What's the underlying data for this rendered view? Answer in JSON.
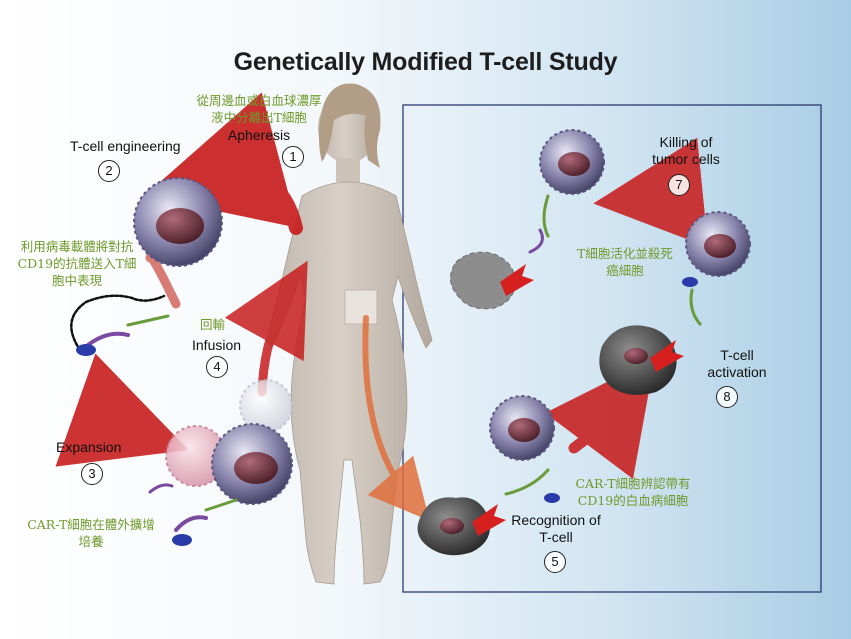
{
  "title": "Genetically Modified T-cell Study",
  "steps": [
    {
      "num": "1",
      "label": "Apheresis",
      "note": [
        "從周邊血或白血球濃厚",
        "液中分離出T細胞"
      ]
    },
    {
      "num": "2",
      "label": "T-cell engineering",
      "note": [
        "利用病毒載體將對抗",
        "CD19的抗體送入T細",
        "胞中表現"
      ]
    },
    {
      "num": "3",
      "label": "Expansion",
      "note": [
        "CAR-T細胞在體外擴增",
        "培養"
      ]
    },
    {
      "num": "4",
      "label": "Infusion",
      "note": [
        "回輸"
      ]
    },
    {
      "num": "5",
      "label": [
        "Recognition of",
        "T-cell"
      ],
      "note": [
        "CAR-T細胞辨認帶有",
        "CD19的白血病細胞"
      ]
    },
    {
      "num": "7",
      "label": [
        "Killing of",
        "tumor cells"
      ],
      "note": [
        "T細胞活化並殺死",
        "癌細胞"
      ]
    },
    {
      "num": "8",
      "label": [
        "T-cell",
        "activation"
      ]
    }
  ],
  "colors": {
    "annotation": "#6f9a2c",
    "arrow": "#c81e1e",
    "frame": "#2b3a6e",
    "background_right": "#b9d6ea"
  }
}
